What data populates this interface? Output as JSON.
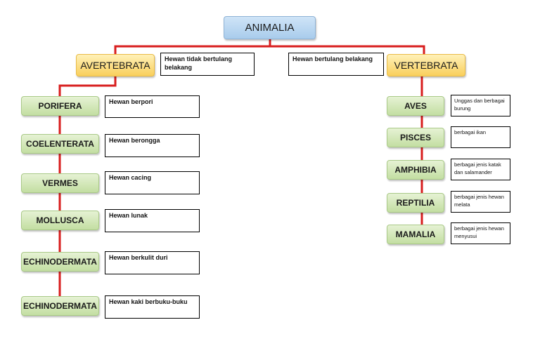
{
  "root": {
    "label": "ANIMALIA"
  },
  "avertebrata": {
    "label": "AVERTEBRATA",
    "description": "Hewan tidak bertulang belakang",
    "children": [
      {
        "label": "PORIFERA",
        "description": "Hewan berpori"
      },
      {
        "label": "COELENTERATA",
        "description": "Hewan berongga"
      },
      {
        "label": "VERMES",
        "description": "Hewan cacing"
      },
      {
        "label": "MOLLUSCA",
        "description": "Hewan lunak"
      },
      {
        "label": "ECHINODERMATA",
        "description": "Hewan berkulit duri"
      },
      {
        "label": "ECHINODERMATA",
        "description": "Hewan kaki berbuku-buku"
      }
    ]
  },
  "vertebrata": {
    "label": "VERTEBRATA",
    "description": "Hewan bertulang belakang",
    "children": [
      {
        "label": "AVES",
        "description": "Unggas dan berbagai burung"
      },
      {
        "label": "PISCES",
        "description": "berbagai ikan"
      },
      {
        "label": "AMPHIBIA",
        "description": "berbagai jenis katak dan salamander"
      },
      {
        "label": "REPTILIA",
        "description": "berbagai jenis hewan melata"
      },
      {
        "label": "MAMALIA",
        "description": "berbagai jenis hewan menyusui"
      }
    ]
  },
  "colors": {
    "connector": "#d81e1e",
    "root_fill": "#bcd8f1",
    "group_fill": "#fbd977",
    "leaf_fill": "#d4e8bc"
  }
}
